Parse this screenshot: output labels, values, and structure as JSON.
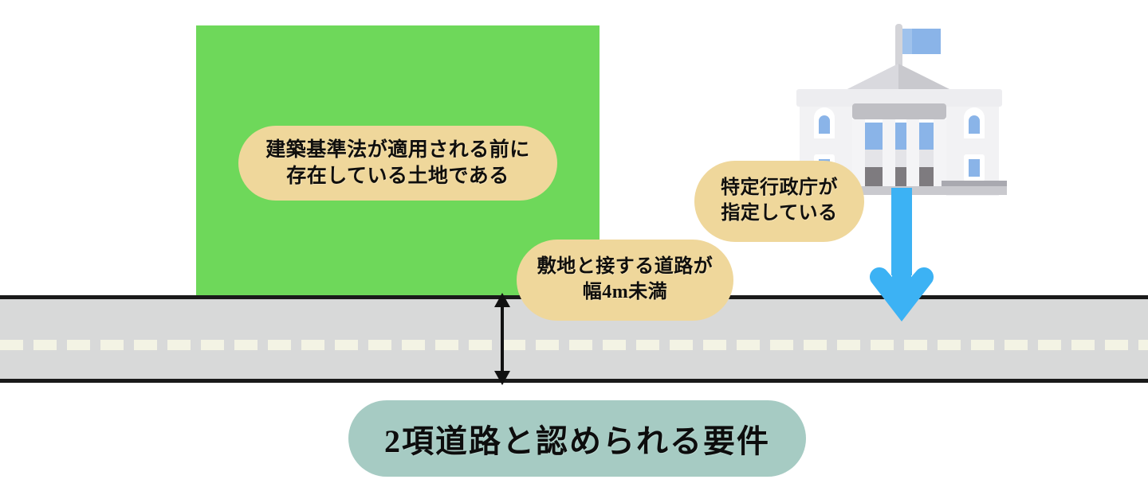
{
  "diagram": {
    "title_banner": "2項道路と認められる要件",
    "land_parcel": {
      "name": "land-parcel",
      "color": "#6ED85A"
    },
    "road": {
      "surface_color": "#D8D9D9",
      "edge_color": "#1a1a1a",
      "centerline_color": "#F3F3E4"
    },
    "callouts": [
      {
        "id": "land",
        "text": "建築基準法が適用される前に\n存在している土地である",
        "color": "#EFD79B"
      },
      {
        "id": "road-width",
        "text": "敷地と接する道路が\n幅4m未満",
        "color": "#EFD79B"
      },
      {
        "id": "authority",
        "text": "特定行政庁が\n指定している",
        "color": "#EFD79B"
      }
    ],
    "arrows": {
      "road_width_dimension": {
        "name": "road-width-dimension-arrow",
        "color": "#111111",
        "direction": "vertical-double-headed"
      },
      "designation": {
        "name": "designation-arrow",
        "color": "#3CB2F4",
        "direction": "down"
      }
    },
    "building": {
      "name": "government-office-building",
      "flag_color": "#8AB4E8",
      "wall_color": "#F2F2F4",
      "roof_color": "#C9C9CE",
      "door_color": "#7E7B7F",
      "window_color": "#8AB4E8"
    },
    "banner": {
      "color": "#A6CBC3"
    }
  }
}
